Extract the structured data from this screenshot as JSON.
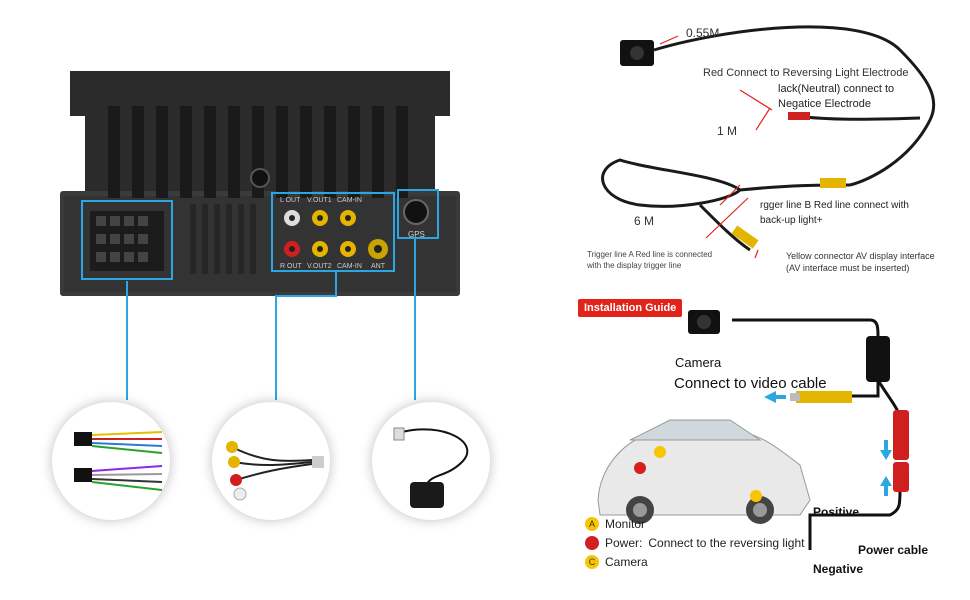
{
  "head_unit": {
    "port_labels": [
      "L OUT",
      "V.OUT1",
      "CAM-IN",
      "R OUT",
      "V.OUT2",
      "CAM-IN",
      "ANT",
      "GPS"
    ]
  },
  "top_diagram": {
    "len_055": "0.55M",
    "len_1": "1 M",
    "len_6": "6 M",
    "red_connect": "Red Connect to Reversing Light Electrode",
    "black_line": "lack(Neutral) connect to\nNegatice Electrode",
    "trigger_b": "rgger line B Red line connect with\nback-up light+",
    "trigger_a": "Trigger line A Red line is connected\nwith the display trigger line",
    "yellow_connector": "Yellow connector AV display interface\n(AV interface must be inserted)"
  },
  "guide": {
    "tag": "Installation Guide",
    "camera": "Camera",
    "connect_video": "Connect to video cable",
    "positive": "Positive",
    "negative": "Negative",
    "power_cable": "Power cable",
    "legend": [
      {
        "badge": "A",
        "color": "#f7c600",
        "label": "Monitor",
        "extra": ""
      },
      {
        "badge": "",
        "color": "#d21f1f",
        "label": "Power:",
        "extra": "Connect to the reversing light"
      },
      {
        "badge": "C",
        "color": "#f7c600",
        "label": "Camera",
        "extra": ""
      }
    ]
  },
  "colors": {
    "accent_blue": "#2aa7e0",
    "red": "#e2231a",
    "yellow": "#f7c600"
  }
}
